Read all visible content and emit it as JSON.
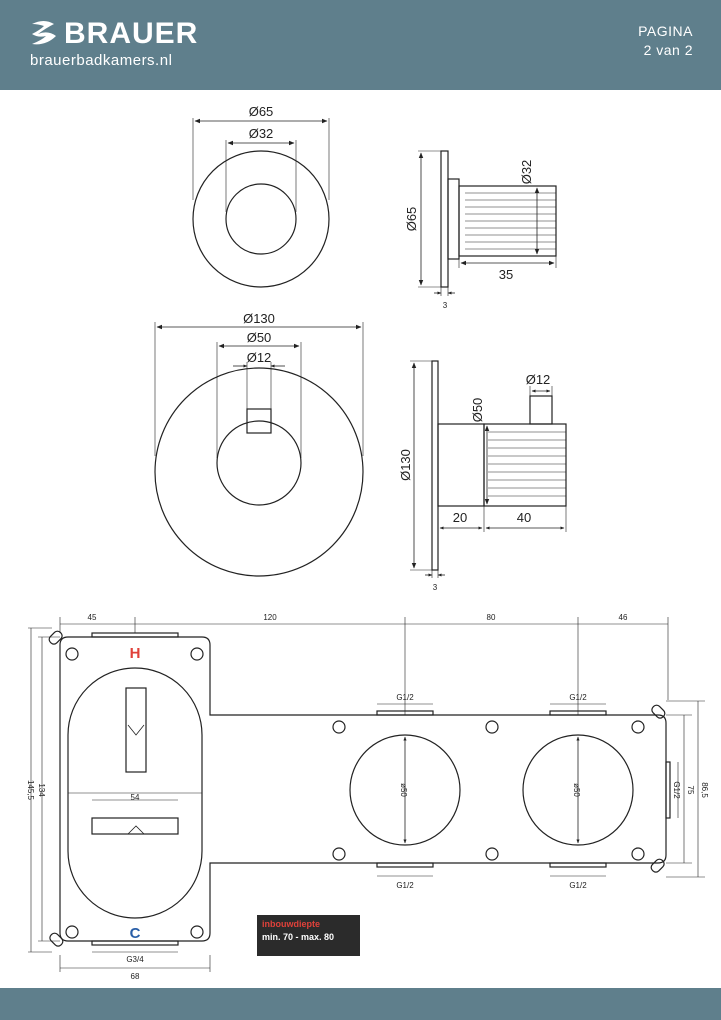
{
  "header": {
    "brand_name": "BRAUER",
    "brand_url": "brauerbadkamers.nl",
    "page_label": "PAGINA",
    "page_number": "2 van 2"
  },
  "colors": {
    "band": "#5f7f8c",
    "hot": "#e0413a",
    "cold": "#2a5fa8",
    "depth_box_bg": "#2b2b2b"
  },
  "top_knob": {
    "front": {
      "outer_dia": "Ø65",
      "inner_dia": "Ø32"
    },
    "side": {
      "height": "Ø65",
      "dia": "Ø32",
      "length": "35",
      "plate": "3"
    }
  },
  "thermostat": {
    "front": {
      "outer_dia": "Ø130",
      "knob_dia": "Ø50",
      "stem_dia": "Ø12"
    },
    "side": {
      "height": "Ø130",
      "stem_dia": "Ø12",
      "knob_dia": "Ø50",
      "spacer": "20",
      "knob_length": "40",
      "plate": "3"
    }
  },
  "box": {
    "top_dims": [
      "45",
      "120",
      "80",
      "46"
    ],
    "hot_label": "H",
    "cold_label": "C",
    "inner_width": "54",
    "connections": [
      "G1/2",
      "G1/2",
      "G1/2",
      "G1/2"
    ],
    "side_connection": "G1/2",
    "bottom_connection": "G3/4",
    "bottom_width": "68",
    "circle_dias": [
      "ø50",
      "ø50"
    ],
    "left_heights": [
      "145,5",
      "134"
    ],
    "right_heights": [
      "75",
      "86,5"
    ]
  },
  "install_depth": {
    "title": "inbouwdiepte",
    "value": "min. 70 - max. 80"
  }
}
